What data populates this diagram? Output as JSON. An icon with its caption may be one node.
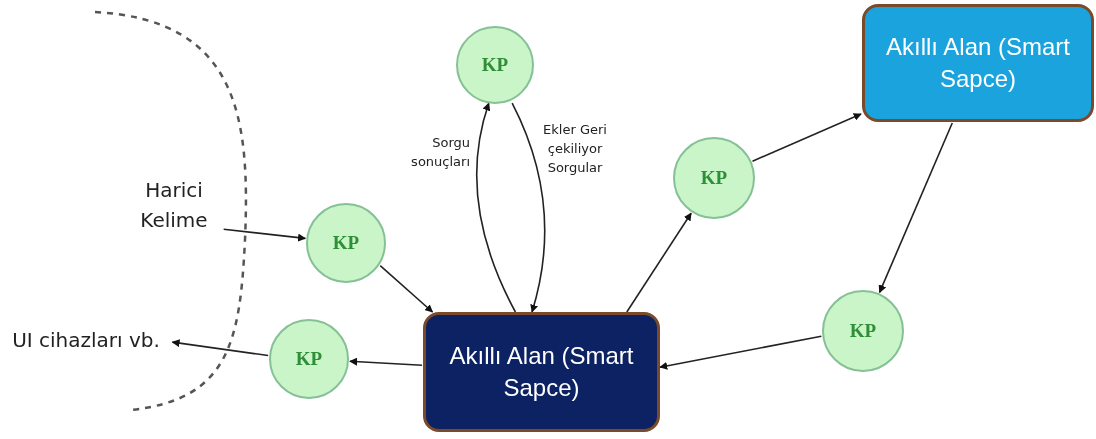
{
  "diagram": {
    "nodes": [
      {
        "text": [
          "Harici Kelime"
        ]
      },
      {
        "text": [
          "KP"
        ]
      },
      {
        "text": [
          "KP"
        ]
      },
      {
        "text": [
          "Akıllı Alan (Smart Sapce)"
        ]
      },
      {
        "text": [
          "KP"
        ]
      },
      {
        "text": [
          "UI cihazları vb."
        ]
      },
      {
        "text": [
          "KP"
        ]
      },
      {
        "text": [
          "Akıllı Alan (Smart Sapce)"
        ]
      },
      {
        "text": [
          "KP"
        ]
      }
    ],
    "edges": [
      {
        "from": 0,
        "to": 4,
        "arrow": "to"
      },
      {
        "from": 4,
        "to": 7,
        "arrow": "to"
      },
      {
        "from": 7,
        "to": 6,
        "arrow": "to"
      },
      {
        "from": 6,
        "to": 5,
        "arrow": "to"
      },
      {
        "from": 7,
        "to": 1,
        "arrow": "to",
        "label": "Sorgu sonuçları"
      },
      {
        "from": 1,
        "to": 7,
        "arrow": "to",
        "label": "Ekler Geri çekiliyor Sorgular"
      },
      {
        "from": 7,
        "to": 2,
        "arrow": "to"
      },
      {
        "from": 2,
        "to": 3,
        "arrow": "to"
      },
      {
        "from": 3,
        "to": 8,
        "arrow": "to"
      },
      {
        "from": 8,
        "to": 7,
        "arrow": "to"
      }
    ]
  }
}
